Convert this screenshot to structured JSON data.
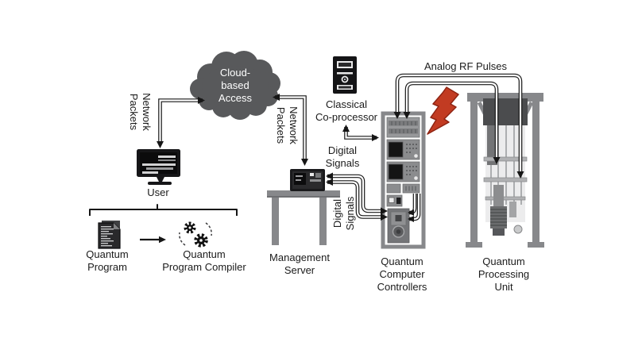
{
  "nodes": {
    "cloud_based_access": {
      "label": "Cloud-\nbased\nAccess"
    },
    "user": {
      "label": "User"
    },
    "quantum_program": {
      "label": "Quantum\nProgram"
    },
    "quantum_program_compiler": {
      "label": "Quantum\nProgram Compiler"
    },
    "management_server": {
      "label": "Management\nServer"
    },
    "classical_coprocessor": {
      "label": "Classical\nCo-processor"
    },
    "quantum_computer_controllers": {
      "label": "Quantum\nComputer\nControllers"
    },
    "quantum_processing_unit": {
      "label": "Quantum\nProcessing\nUnit"
    }
  },
  "connections": {
    "user_cloud": {
      "label": "Network\nPackets"
    },
    "cloud_server": {
      "label": "Network\nPackets"
    },
    "coprocessor_controllers": {
      "label": "Digital\nSignals"
    },
    "server_controllers": {
      "label": "Digital\nSignals"
    },
    "controllers_qpu": {
      "label": "Analog RF Pulses"
    }
  },
  "icons": {
    "cloud": "cloud-icon",
    "user": "desktop-monitor-icon",
    "quantum_program": "code-document-icon",
    "compiler": "gears-cycle-icon",
    "classical_coprocessor": "desktop-tower-icon",
    "management_server": "server-on-desk-icon",
    "controllers": "equipment-rack-icon",
    "qpu": "dilution-refrigerator-icon",
    "noise": "lightning-bolt-icon"
  },
  "colors": {
    "cloud": "#58595b",
    "metal": "#87888b",
    "metal_dark": "#4b4c4e",
    "bolt": "#c23b22",
    "text": "#1b1b1b",
    "background": "#ffffff"
  }
}
